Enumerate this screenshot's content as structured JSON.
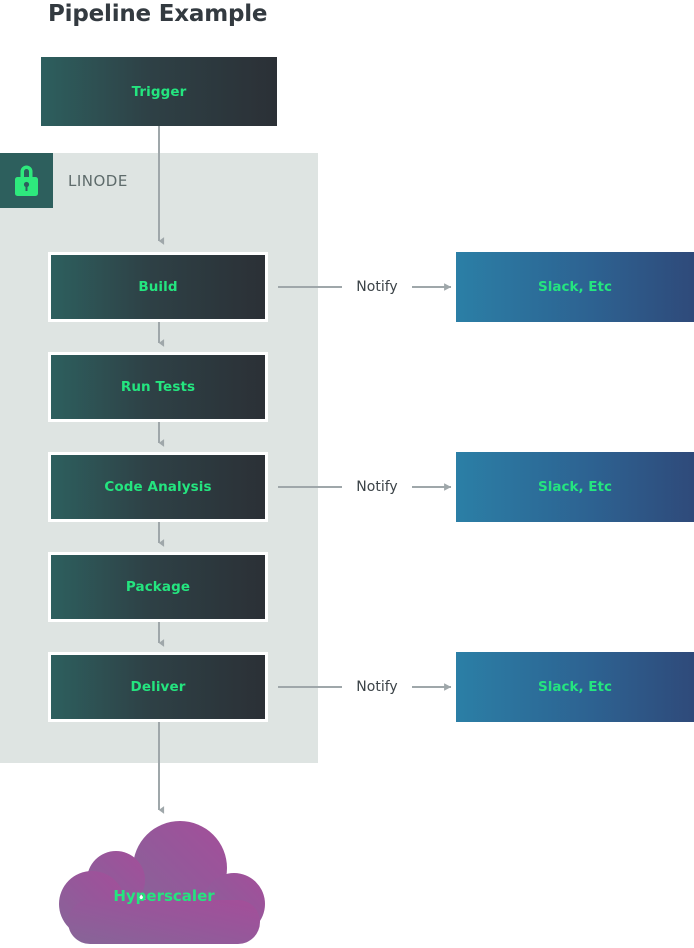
{
  "title": "Pipeline Example",
  "container": {
    "label": "LINODE",
    "icon": "lock-icon",
    "background_color": "#dee4e2",
    "icon_tile_color": "#2d5f5d",
    "icon_color": "#2ee97d"
  },
  "trigger": {
    "label": "Trigger"
  },
  "stages": [
    {
      "label": "Build"
    },
    {
      "label": "Run Tests"
    },
    {
      "label": "Code Analysis"
    },
    {
      "label": "Package"
    },
    {
      "label": "Deliver"
    }
  ],
  "notifications": [
    {
      "edge_label": "Notify",
      "target_label": "Slack, Etc"
    },
    {
      "edge_label": "Notify",
      "target_label": "Slack, Etc"
    },
    {
      "edge_label": "Notify",
      "target_label": "Slack, Etc"
    }
  ],
  "output": {
    "label": "Hyperscaler",
    "shape": "cloud-shape"
  },
  "colors": {
    "accent_green": "#24e57f",
    "stage_gradient_start": "#2d5f5e",
    "stage_gradient_end": "#2b3036",
    "slack_gradient_start": "#2b7fa6",
    "slack_gradient_end": "#2f4a7a",
    "cloud_gradient_start": "#8a6496",
    "cloud_gradient_end": "#a24e9a",
    "connector_gray": "#9fa7aa",
    "title_color": "#333a40"
  }
}
